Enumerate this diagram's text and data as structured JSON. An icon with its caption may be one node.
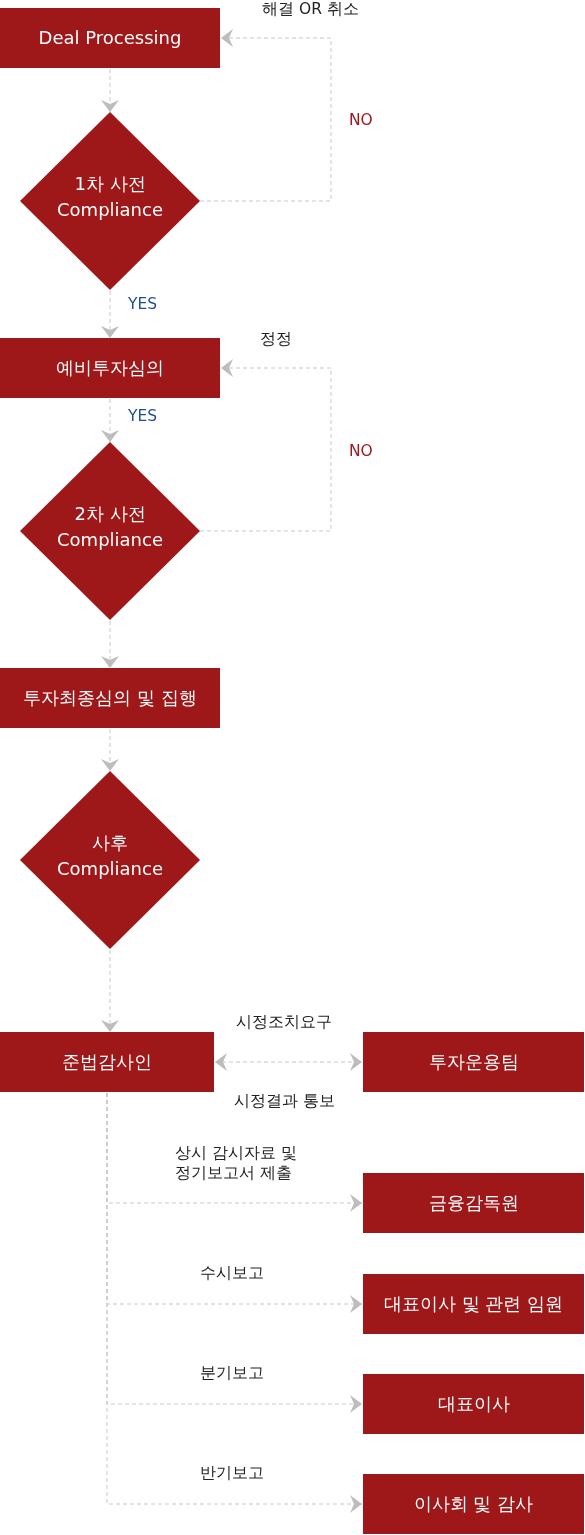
{
  "diagram": {
    "nodes": [
      {
        "text": [
          "Deal Processing"
        ]
      },
      {
        "text": [
          "1차 사전 Compliance"
        ]
      },
      {
        "text": [
          "예비투자심의"
        ]
      },
      {
        "text": [
          "2차 사전 Compliance"
        ]
      },
      {
        "text": [
          "투자최종심의 및 집행"
        ]
      },
      {
        "text": [
          "사후 Compliance"
        ]
      },
      {
        "text": [
          "준법감사인"
        ]
      },
      {
        "text": [
          "투자운용팀"
        ]
      },
      {
        "text": [
          "금융감독원"
        ]
      },
      {
        "text": [
          "대표이사 및 관련 임원"
        ]
      },
      {
        "text": [
          "대표이사"
        ]
      },
      {
        "text": [
          "이사회 및 감사"
        ]
      }
    ],
    "edges": [
      {
        "from": 0,
        "to": 1,
        "arrow": "to"
      },
      {
        "from": 1,
        "to": 0,
        "arrow": "to",
        "label": "NO"
      },
      {
        "from": 1,
        "to": 2,
        "arrow": "to",
        "label": "YES"
      },
      {
        "from": 2,
        "to": 3,
        "arrow": "to",
        "label": "YES"
      },
      {
        "from": 3,
        "to": 2,
        "arrow": "to",
        "label": "NO"
      },
      {
        "from": 3,
        "to": 4,
        "arrow": "to"
      },
      {
        "from": 4,
        "to": 5,
        "arrow": "to"
      },
      {
        "from": 5,
        "to": 6,
        "arrow": "to"
      },
      {
        "from": 6,
        "to": 7,
        "arrow": "both",
        "label": "시정조치요구"
      },
      {
        "from": 6,
        "to": 8,
        "arrow": "to",
        "label": "상시 감시자료 및 정기보고서 제출"
      },
      {
        "from": 6,
        "to": 9,
        "arrow": "to",
        "label": "수시보고"
      },
      {
        "from": 6,
        "to": 10,
        "arrow": "to",
        "label": "분기보고"
      },
      {
        "from": 6,
        "to": 11,
        "arrow": "to",
        "label": "반기보고"
      }
    ],
    "labels": [
      "해결 OR 취소",
      "정정",
      "시정결과 통보"
    ]
  }
}
